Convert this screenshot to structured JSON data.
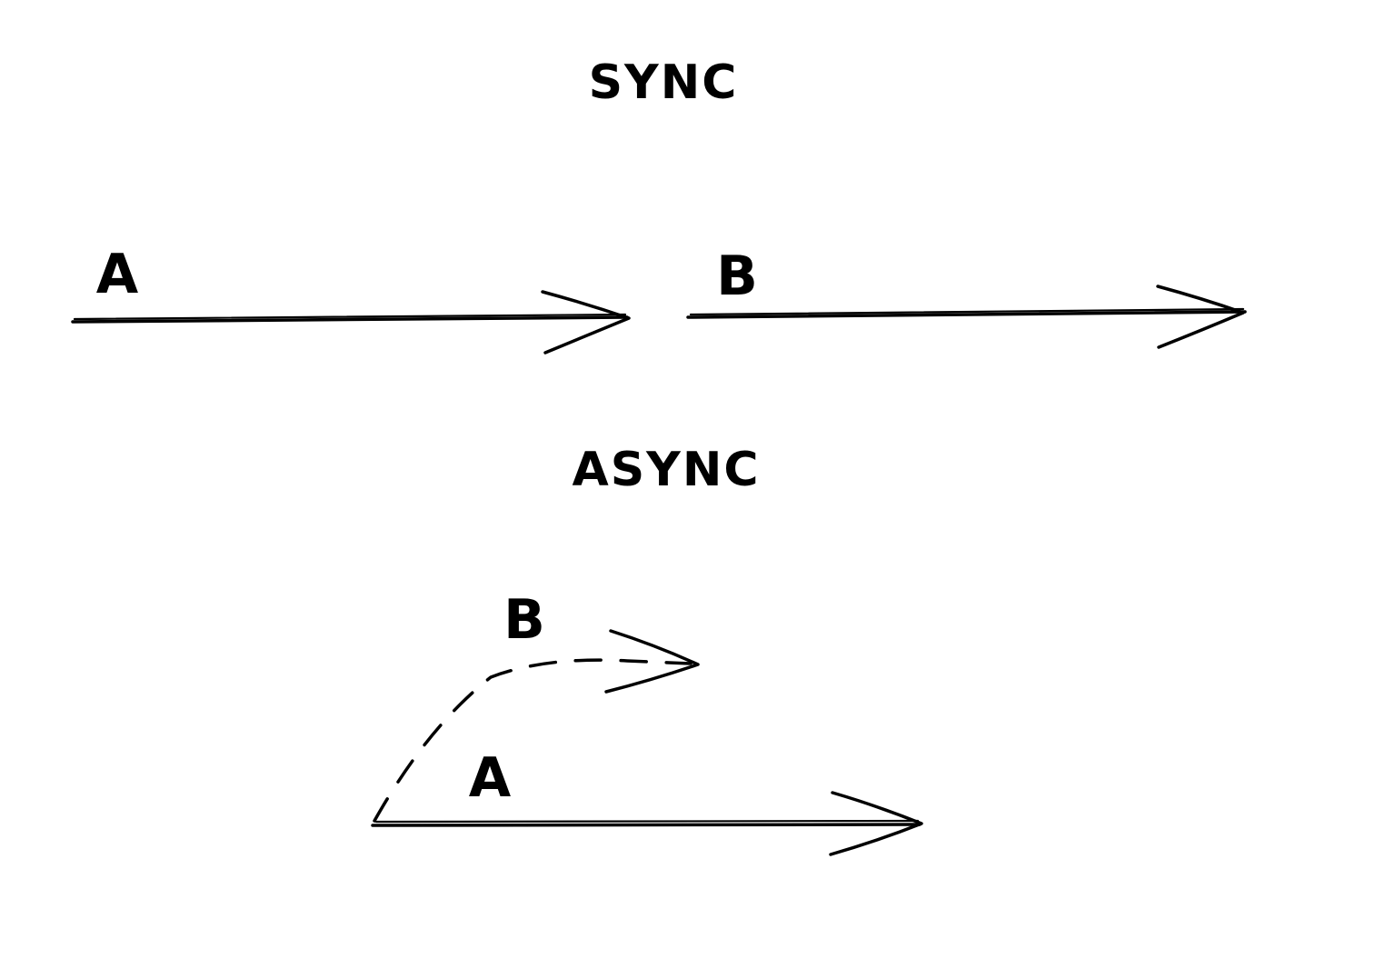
{
  "diagram": {
    "sync": {
      "title": "SYNC",
      "task_a_label": "A",
      "task_b_label": "B"
    },
    "async": {
      "title": "ASYNC",
      "task_a_label": "A",
      "task_b_label": "B"
    },
    "colors": {
      "ink": "#000000",
      "background": "#ffffff"
    }
  }
}
